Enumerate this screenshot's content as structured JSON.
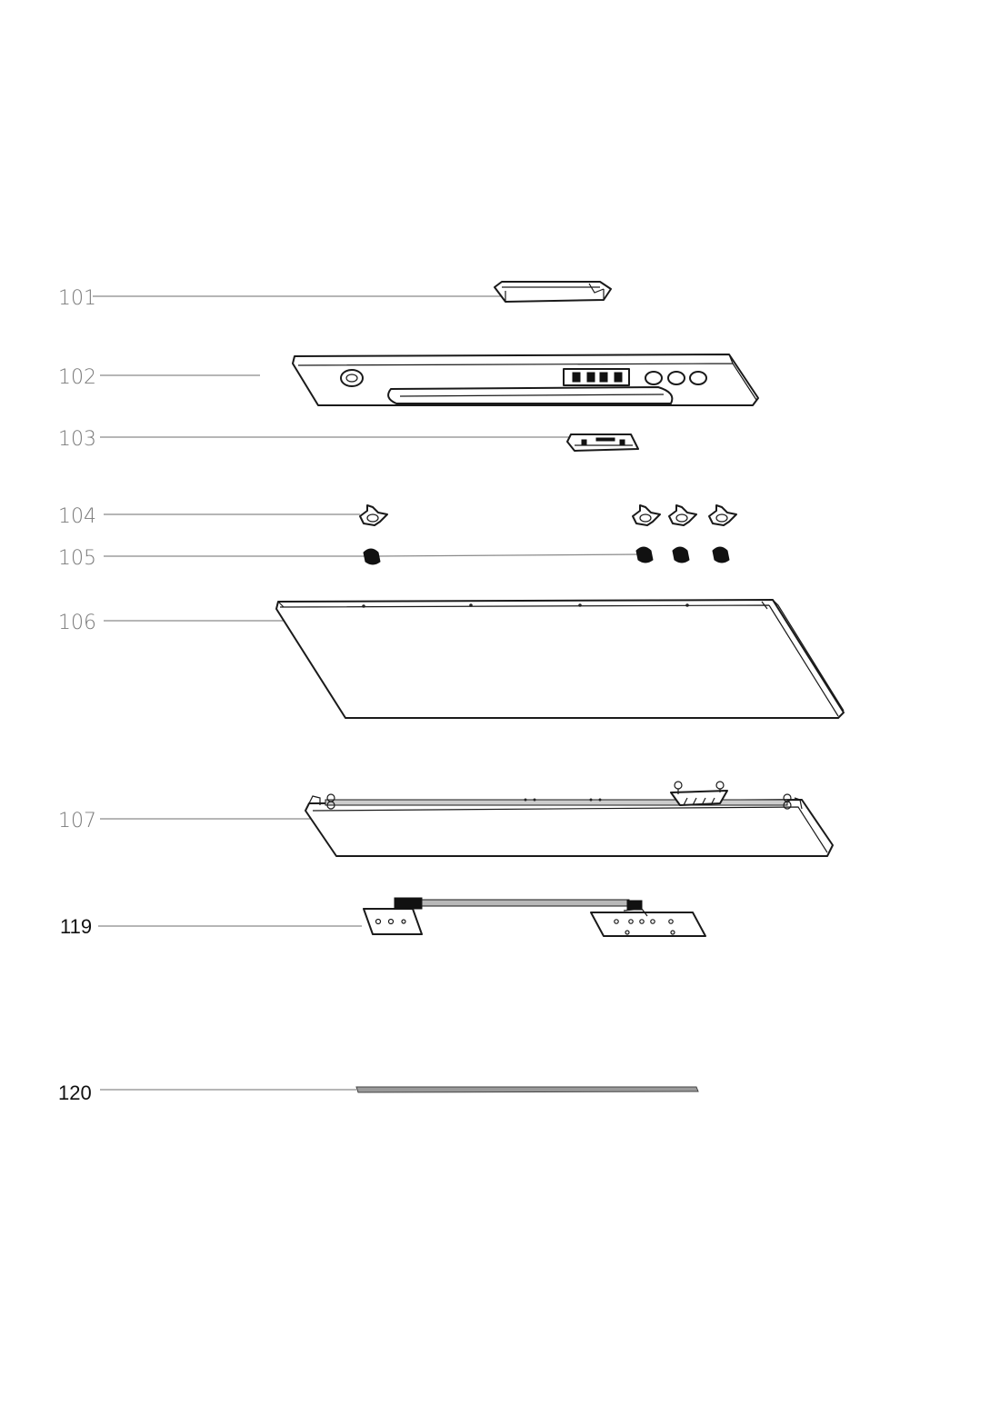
{
  "diagram": {
    "callouts": [
      {
        "id": "101",
        "label": "101",
        "style": "light"
      },
      {
        "id": "102",
        "label": "102",
        "style": "light"
      },
      {
        "id": "103",
        "label": "103",
        "style": "light"
      },
      {
        "id": "104",
        "label": "104",
        "style": "light"
      },
      {
        "id": "105",
        "label": "105",
        "style": "light"
      },
      {
        "id": "106",
        "label": "106",
        "style": "light"
      },
      {
        "id": "107",
        "label": "107",
        "style": "light"
      },
      {
        "id": "119",
        "label": "119",
        "style": "dark"
      },
      {
        "id": "120",
        "label": "120",
        "style": "dark"
      }
    ]
  }
}
